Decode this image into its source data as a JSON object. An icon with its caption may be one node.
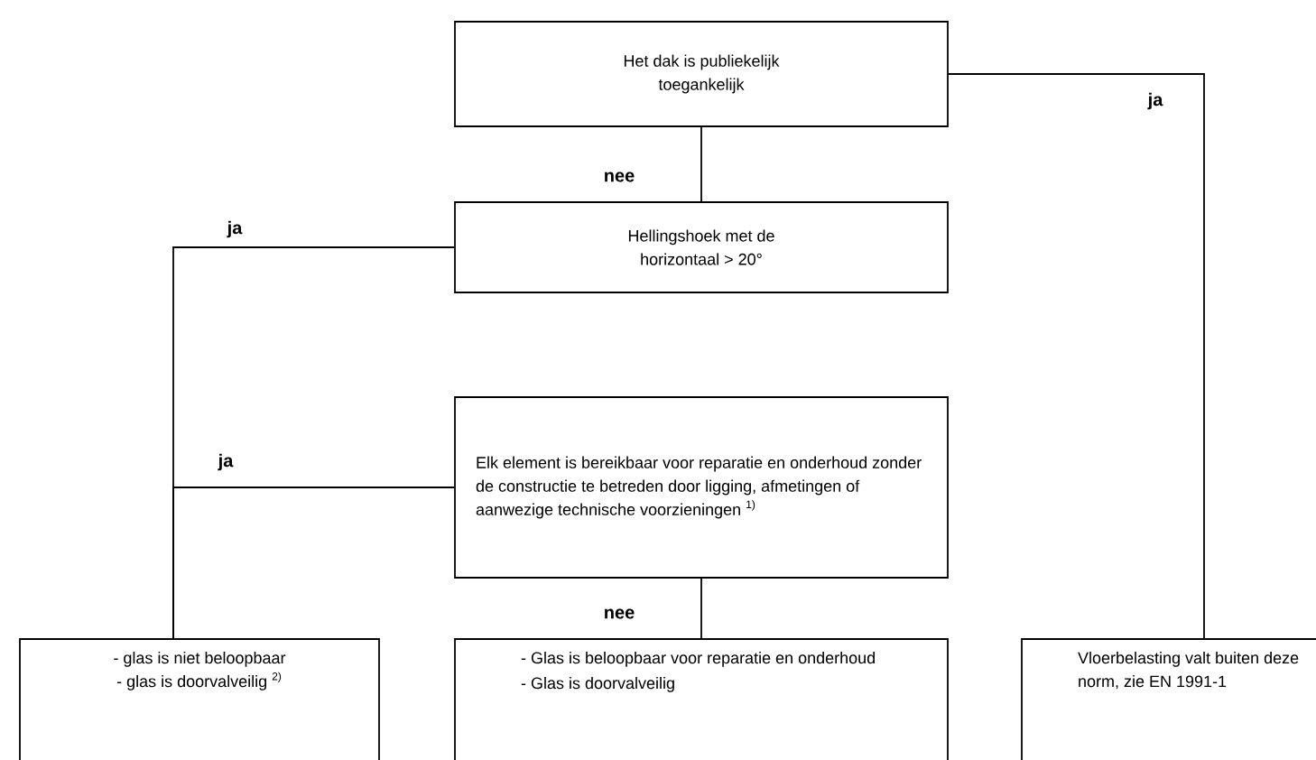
{
  "diagram": {
    "nodes": [
      {
        "text": [
          "Het dak is publiekelijk toegankelijk"
        ]
      },
      {
        "text": [
          "Hellingshoek met de horizontaal > 20°"
        ]
      },
      {
        "text": [
          "Elk element is bereikbaar voor reparatie en onderhoud zonder de constructie te betreden door ligging, afmetingen of aanwezige technische voorzieningen $^{1)}$"
        ]
      },
      {
        "text": [
          "- glas is niet beloopbaar",
          "- glas is doorvalveilig $^{2)}$"
        ]
      },
      {
        "text": [
          "- Glas is beloopbaar voor reparatie en onderhoud",
          "- Glas is doorvalveilig"
        ]
      },
      {
        "text": [
          "Vloerbelasting valt buiten deze norm, zie EN 1991-1"
        ]
      }
    ],
    "edges": [
      {
        "from": 0,
        "to": 1,
        "arrow": "none",
        "label": "nee"
      },
      {
        "from": 0,
        "to": 5,
        "arrow": "none",
        "label": "ja"
      },
      {
        "from": 1,
        "to": 3,
        "arrow": "none",
        "label": "ja"
      },
      {
        "from": 2,
        "to": 3,
        "arrow": "none",
        "label": "ja"
      },
      {
        "from": 2,
        "to": 4,
        "arrow": "none",
        "label": "nee"
      }
    ]
  }
}
